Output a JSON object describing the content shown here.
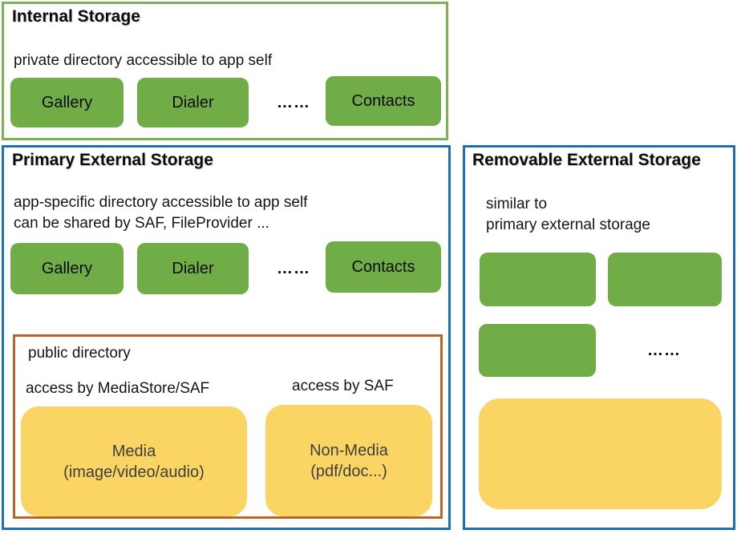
{
  "colors": {
    "green": "#70AD47",
    "green_border": "#7CB255",
    "blue_border": "#1F6FB5",
    "brown_border": "#BD6428",
    "yellow": "#FBD564"
  },
  "internal": {
    "title": "Internal Storage",
    "description": "private directory accessible to app self",
    "apps": [
      "Gallery",
      "Dialer",
      "Contacts"
    ],
    "ellipsis": "……"
  },
  "primary": {
    "title": "Primary External Storage",
    "description": "app-specific directory accessible to app self\ncan be shared by SAF, FileProvider ...",
    "apps": [
      "Gallery",
      "Dialer",
      "Contacts"
    ],
    "ellipsis": "……",
    "public": {
      "title": "public directory",
      "media_access_label": "access by MediaStore/SAF",
      "nonmedia_access_label": "access by SAF",
      "media_label": "Media\n(image/video/audio)",
      "nonmedia_label": "Non-Media\n(pdf/doc...)"
    }
  },
  "removable": {
    "title": "Removable External Storage",
    "description": "similar to\nprimary external storage",
    "ellipsis": "……"
  }
}
